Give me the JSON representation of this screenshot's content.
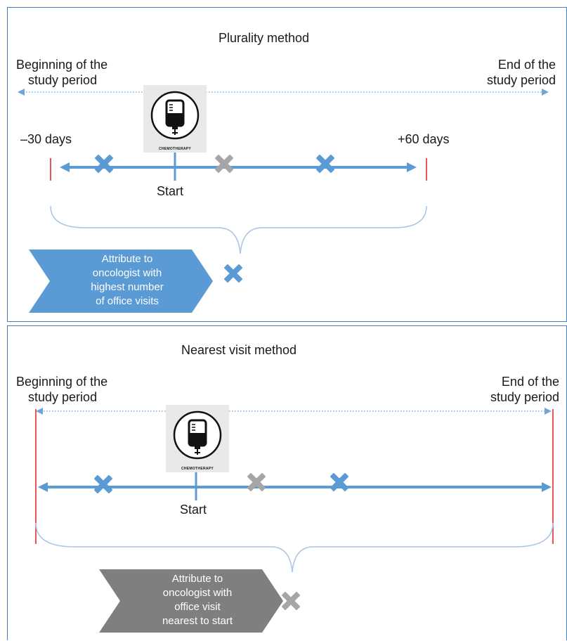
{
  "plurality": {
    "title": "Plurality method",
    "beginning_label": [
      "Beginning of the",
      "study period"
    ],
    "end_label": [
      "End of the",
      "study period"
    ],
    "minus_label": "–30 days",
    "plus_label": "+60 days",
    "start_label": "Start",
    "chemo_label": "CHEMOTHERAPY",
    "chevron_text": [
      "Attribute to",
      "oncologist with",
      "highest number",
      "of office visits"
    ],
    "chevron_color": "#5b9bd5",
    "result_visit_color": "#5b9bd5"
  },
  "nearest": {
    "title": "Nearest visit method",
    "beginning_label": [
      "Beginning of the",
      "study period"
    ],
    "end_label": [
      "End of the",
      "study period"
    ],
    "start_label": "Start",
    "chemo_label": "CHEMOTHERAPY",
    "chevron_text": [
      "Attribute to",
      "oncologist with",
      "office visit",
      "nearest to start"
    ],
    "chevron_color": "#7f7f7f",
    "result_visit_color": "#a6a6a6"
  },
  "colors": {
    "border": "#4a7db8",
    "timeline": "#5b9bd5",
    "dotted": "#9dc3e6",
    "boundary": "#e02020",
    "brace": "#a9c4e4",
    "visit_blue": "#5b9bd5",
    "visit_gray": "#a6a6a6"
  }
}
